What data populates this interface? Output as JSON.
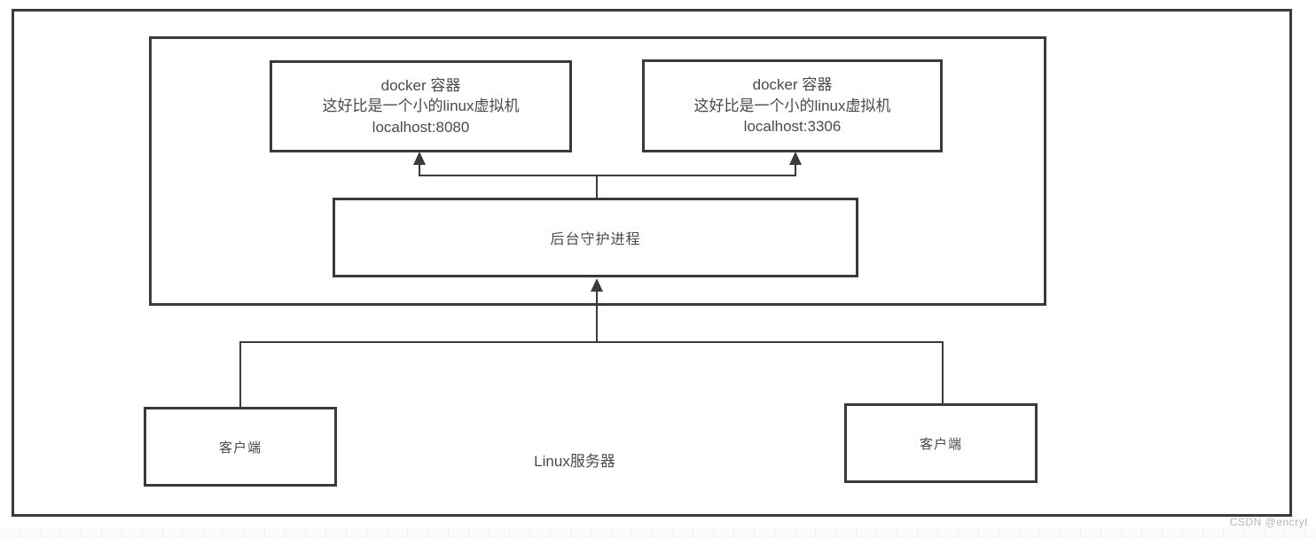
{
  "diagram": {
    "server": {
      "label": "Linux服务器"
    },
    "docker_left": {
      "line1": "docker 容器",
      "line2": "这好比是一个小的linux虚拟机",
      "line3": "localhost:8080"
    },
    "docker_right": {
      "line1": "docker 容器",
      "line2": "这好比是一个小的linux虚拟机",
      "line3": "localhost:3306"
    },
    "daemon": {
      "label": "后台守护进程"
    },
    "client_left": {
      "label": "客户端"
    },
    "client_right": {
      "label": "客户端"
    }
  },
  "watermark": "CSDN @encryt",
  "colors": {
    "line": "#3a3a3e",
    "text": "#4a4a4c",
    "watermark": "#b4b4b8"
  }
}
